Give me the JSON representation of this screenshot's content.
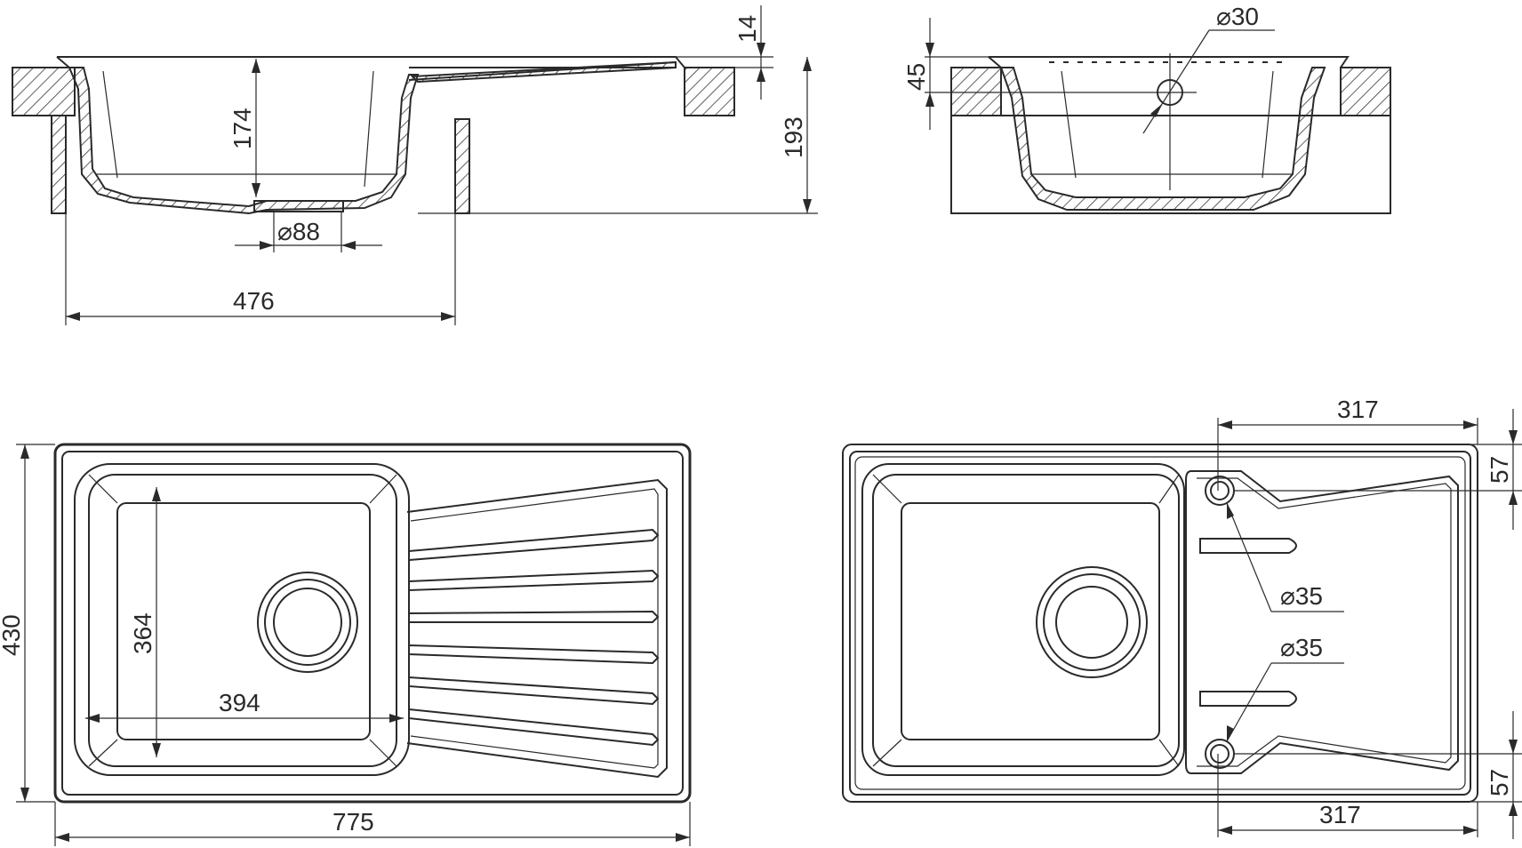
{
  "drawing": {
    "side_view": {
      "dim_rim": "14",
      "dim_bowl_depth": "174",
      "dim_total_height": "193",
      "dim_drain": "⌀88",
      "dim_cabinet": "476"
    },
    "front_view": {
      "dim_overflow_height": "45",
      "dim_overflow": "⌀30"
    },
    "top_view": {
      "dim_height": "430",
      "dim_bowl_height": "364",
      "dim_bowl_width": "394",
      "dim_total_width": "775"
    },
    "bottom_view": {
      "dim_top_offset": "317",
      "dim_bottom_offset": "317",
      "dim_top_edge": "57",
      "dim_bottom_edge": "57",
      "dim_tap_hole_1": "⌀35",
      "dim_tap_hole_2": "⌀35"
    }
  }
}
